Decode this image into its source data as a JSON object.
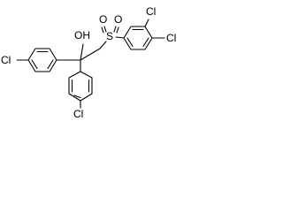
{
  "molecule": {
    "atom_labels": {
      "hydroxyl": "OH",
      "sulfur": "S",
      "sulfonyl_oxygen_1": "O",
      "sulfonyl_oxygen_2": "O",
      "chlorine_left": "Cl",
      "chlorine_bottom": "Cl",
      "chlorine_ring_3": "Cl",
      "chlorine_ring_4": "Cl"
    }
  }
}
